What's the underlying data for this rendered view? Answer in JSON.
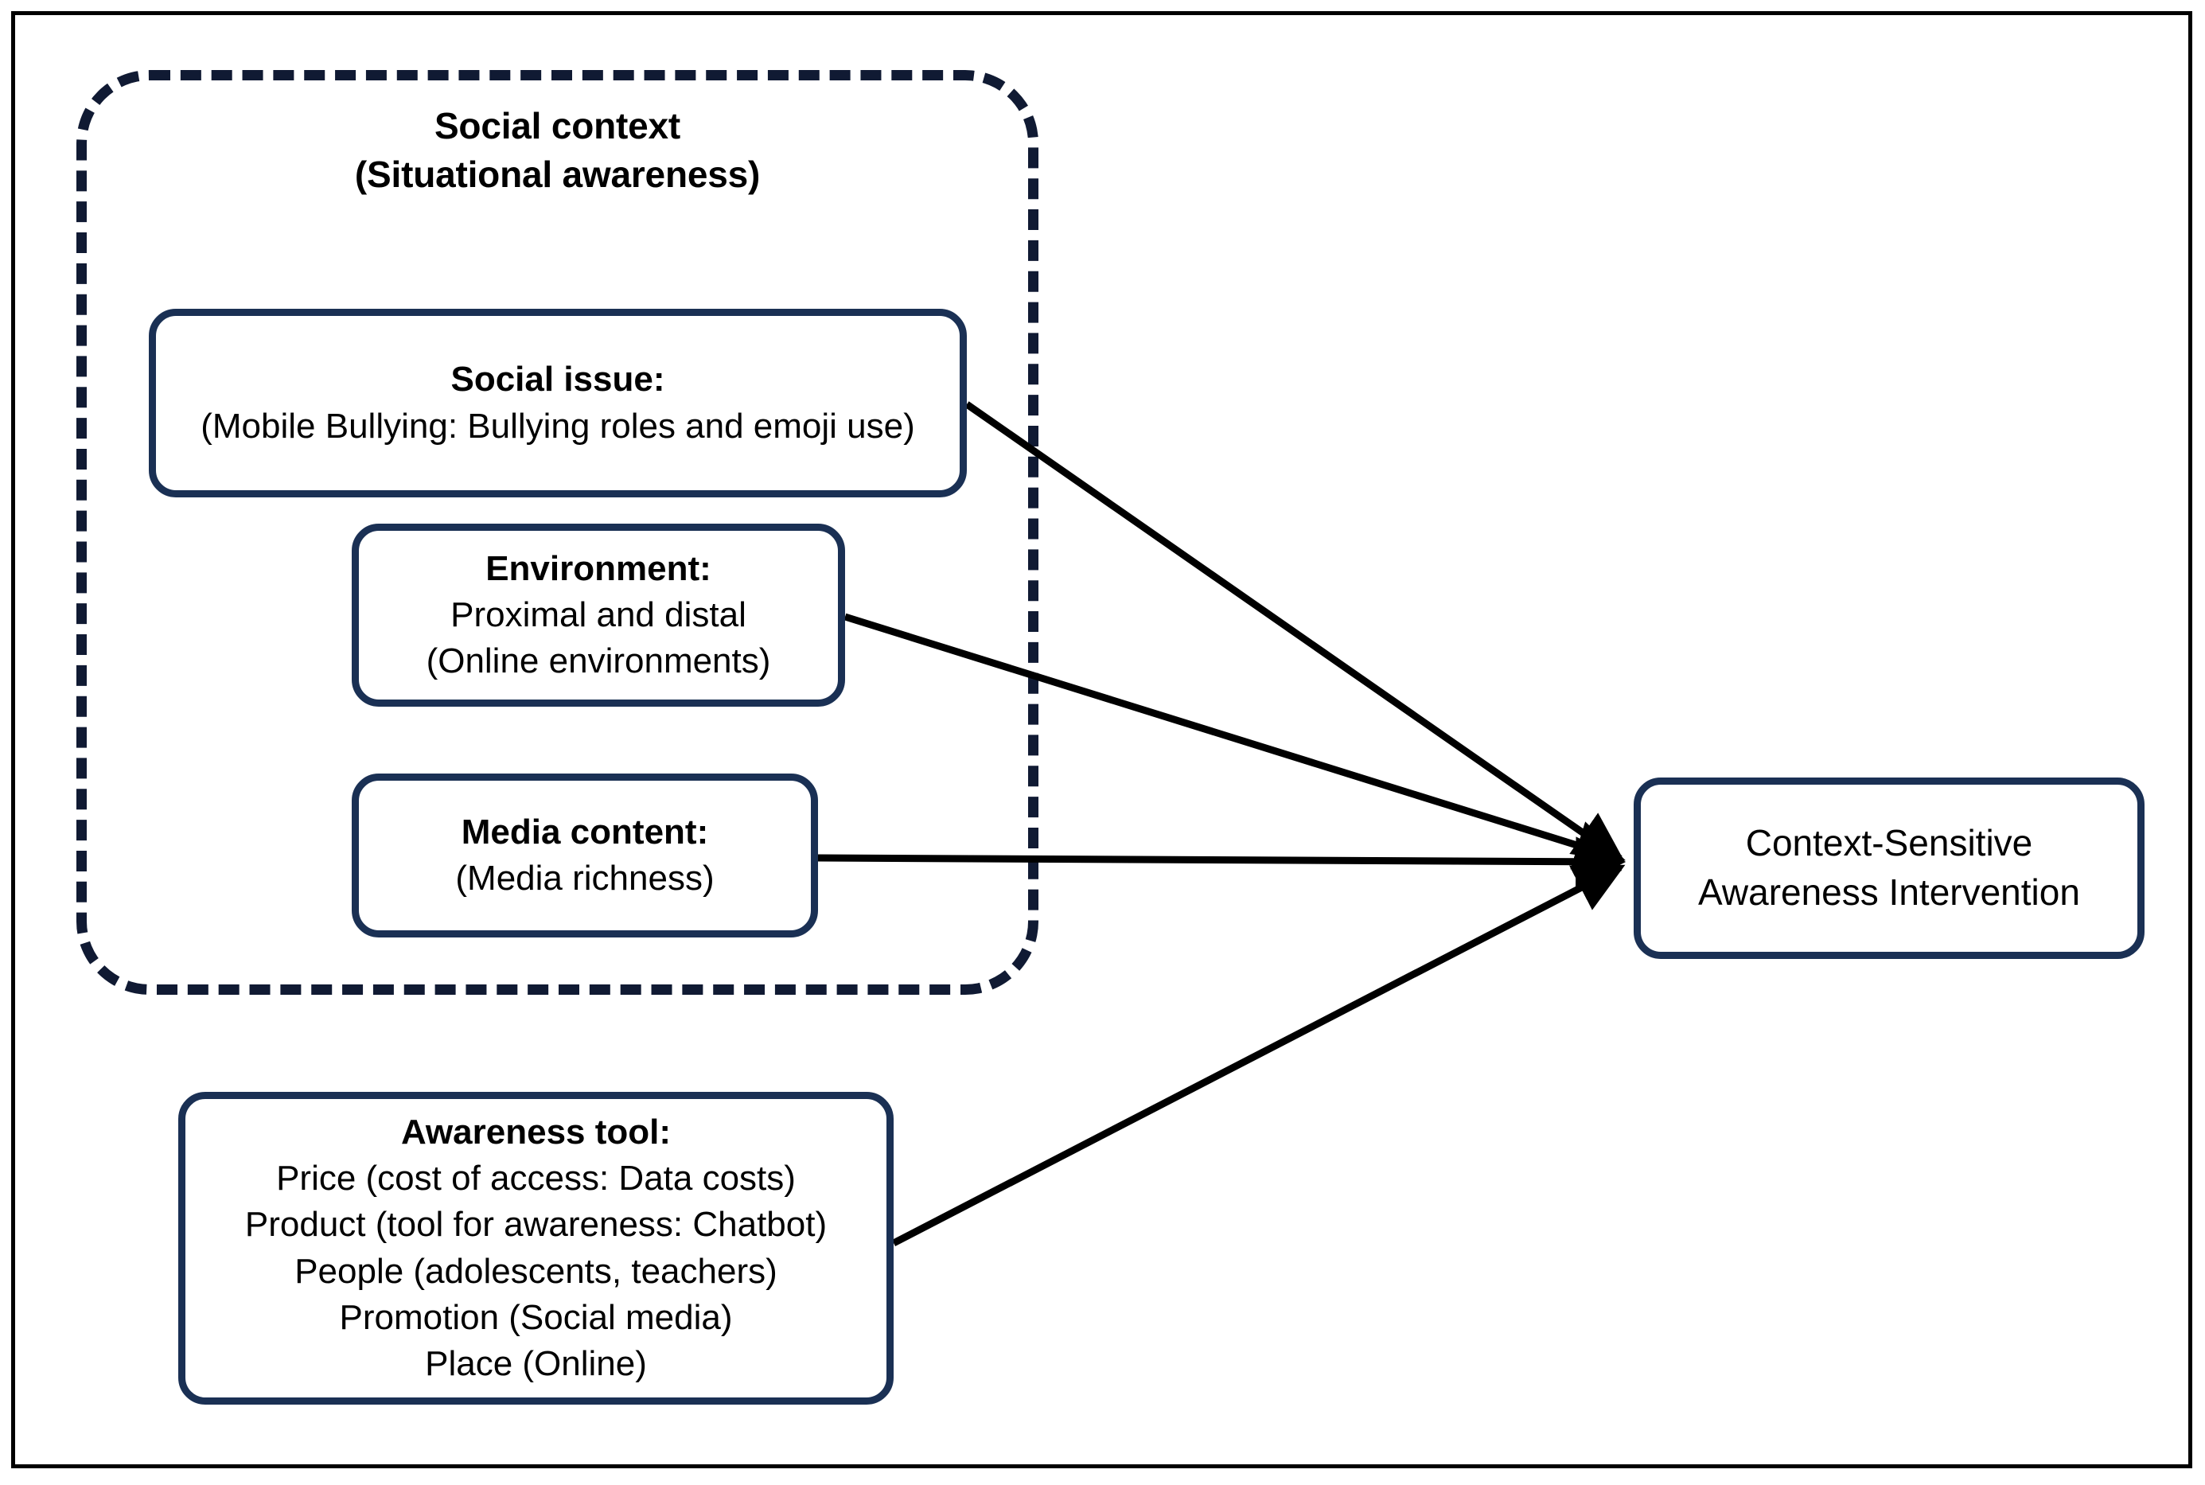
{
  "diagram": {
    "title": "Context-Sensitive Awareness Intervention framework",
    "colors": {
      "node_border": "#1a3054",
      "group_border": "#101a33",
      "frame_border": "#000000",
      "arrow": "#000000",
      "background": "#ffffff",
      "text": "#000000"
    }
  },
  "group": {
    "name": "social-context",
    "title_line_1": "Social context",
    "title_line_2": "(Situational awareness)",
    "style": "dashed-rounded-rectangle"
  },
  "nodes": [
    {
      "id": "social-issue",
      "title": "Social issue:",
      "lines": [
        "(Mobile Bullying: Bullying roles and emoji use)"
      ]
    },
    {
      "id": "environment",
      "title": "Environment:",
      "lines": [
        "Proximal and distal",
        "(Online environments)"
      ]
    },
    {
      "id": "media-content",
      "title": "Media content:",
      "lines": [
        "(Media richness)"
      ]
    },
    {
      "id": "awareness-tool",
      "title": "Awareness tool:",
      "lines": [
        "Price (cost of access: Data costs)",
        "Product (tool for awareness: Chatbot)",
        "People (adolescents, teachers)",
        "Promotion (Social media)",
        "Place (Online)"
      ]
    },
    {
      "id": "intervention",
      "title": "",
      "lines": [
        "Context-Sensitive",
        "Awareness Intervention"
      ]
    }
  ],
  "edges": [
    {
      "from": "social-issue",
      "to": "intervention",
      "style": "solid-arrow"
    },
    {
      "from": "environment",
      "to": "intervention",
      "style": "solid-arrow"
    },
    {
      "from": "media-content",
      "to": "intervention",
      "style": "solid-arrow"
    },
    {
      "from": "awareness-tool",
      "to": "intervention",
      "style": "solid-arrow"
    }
  ]
}
